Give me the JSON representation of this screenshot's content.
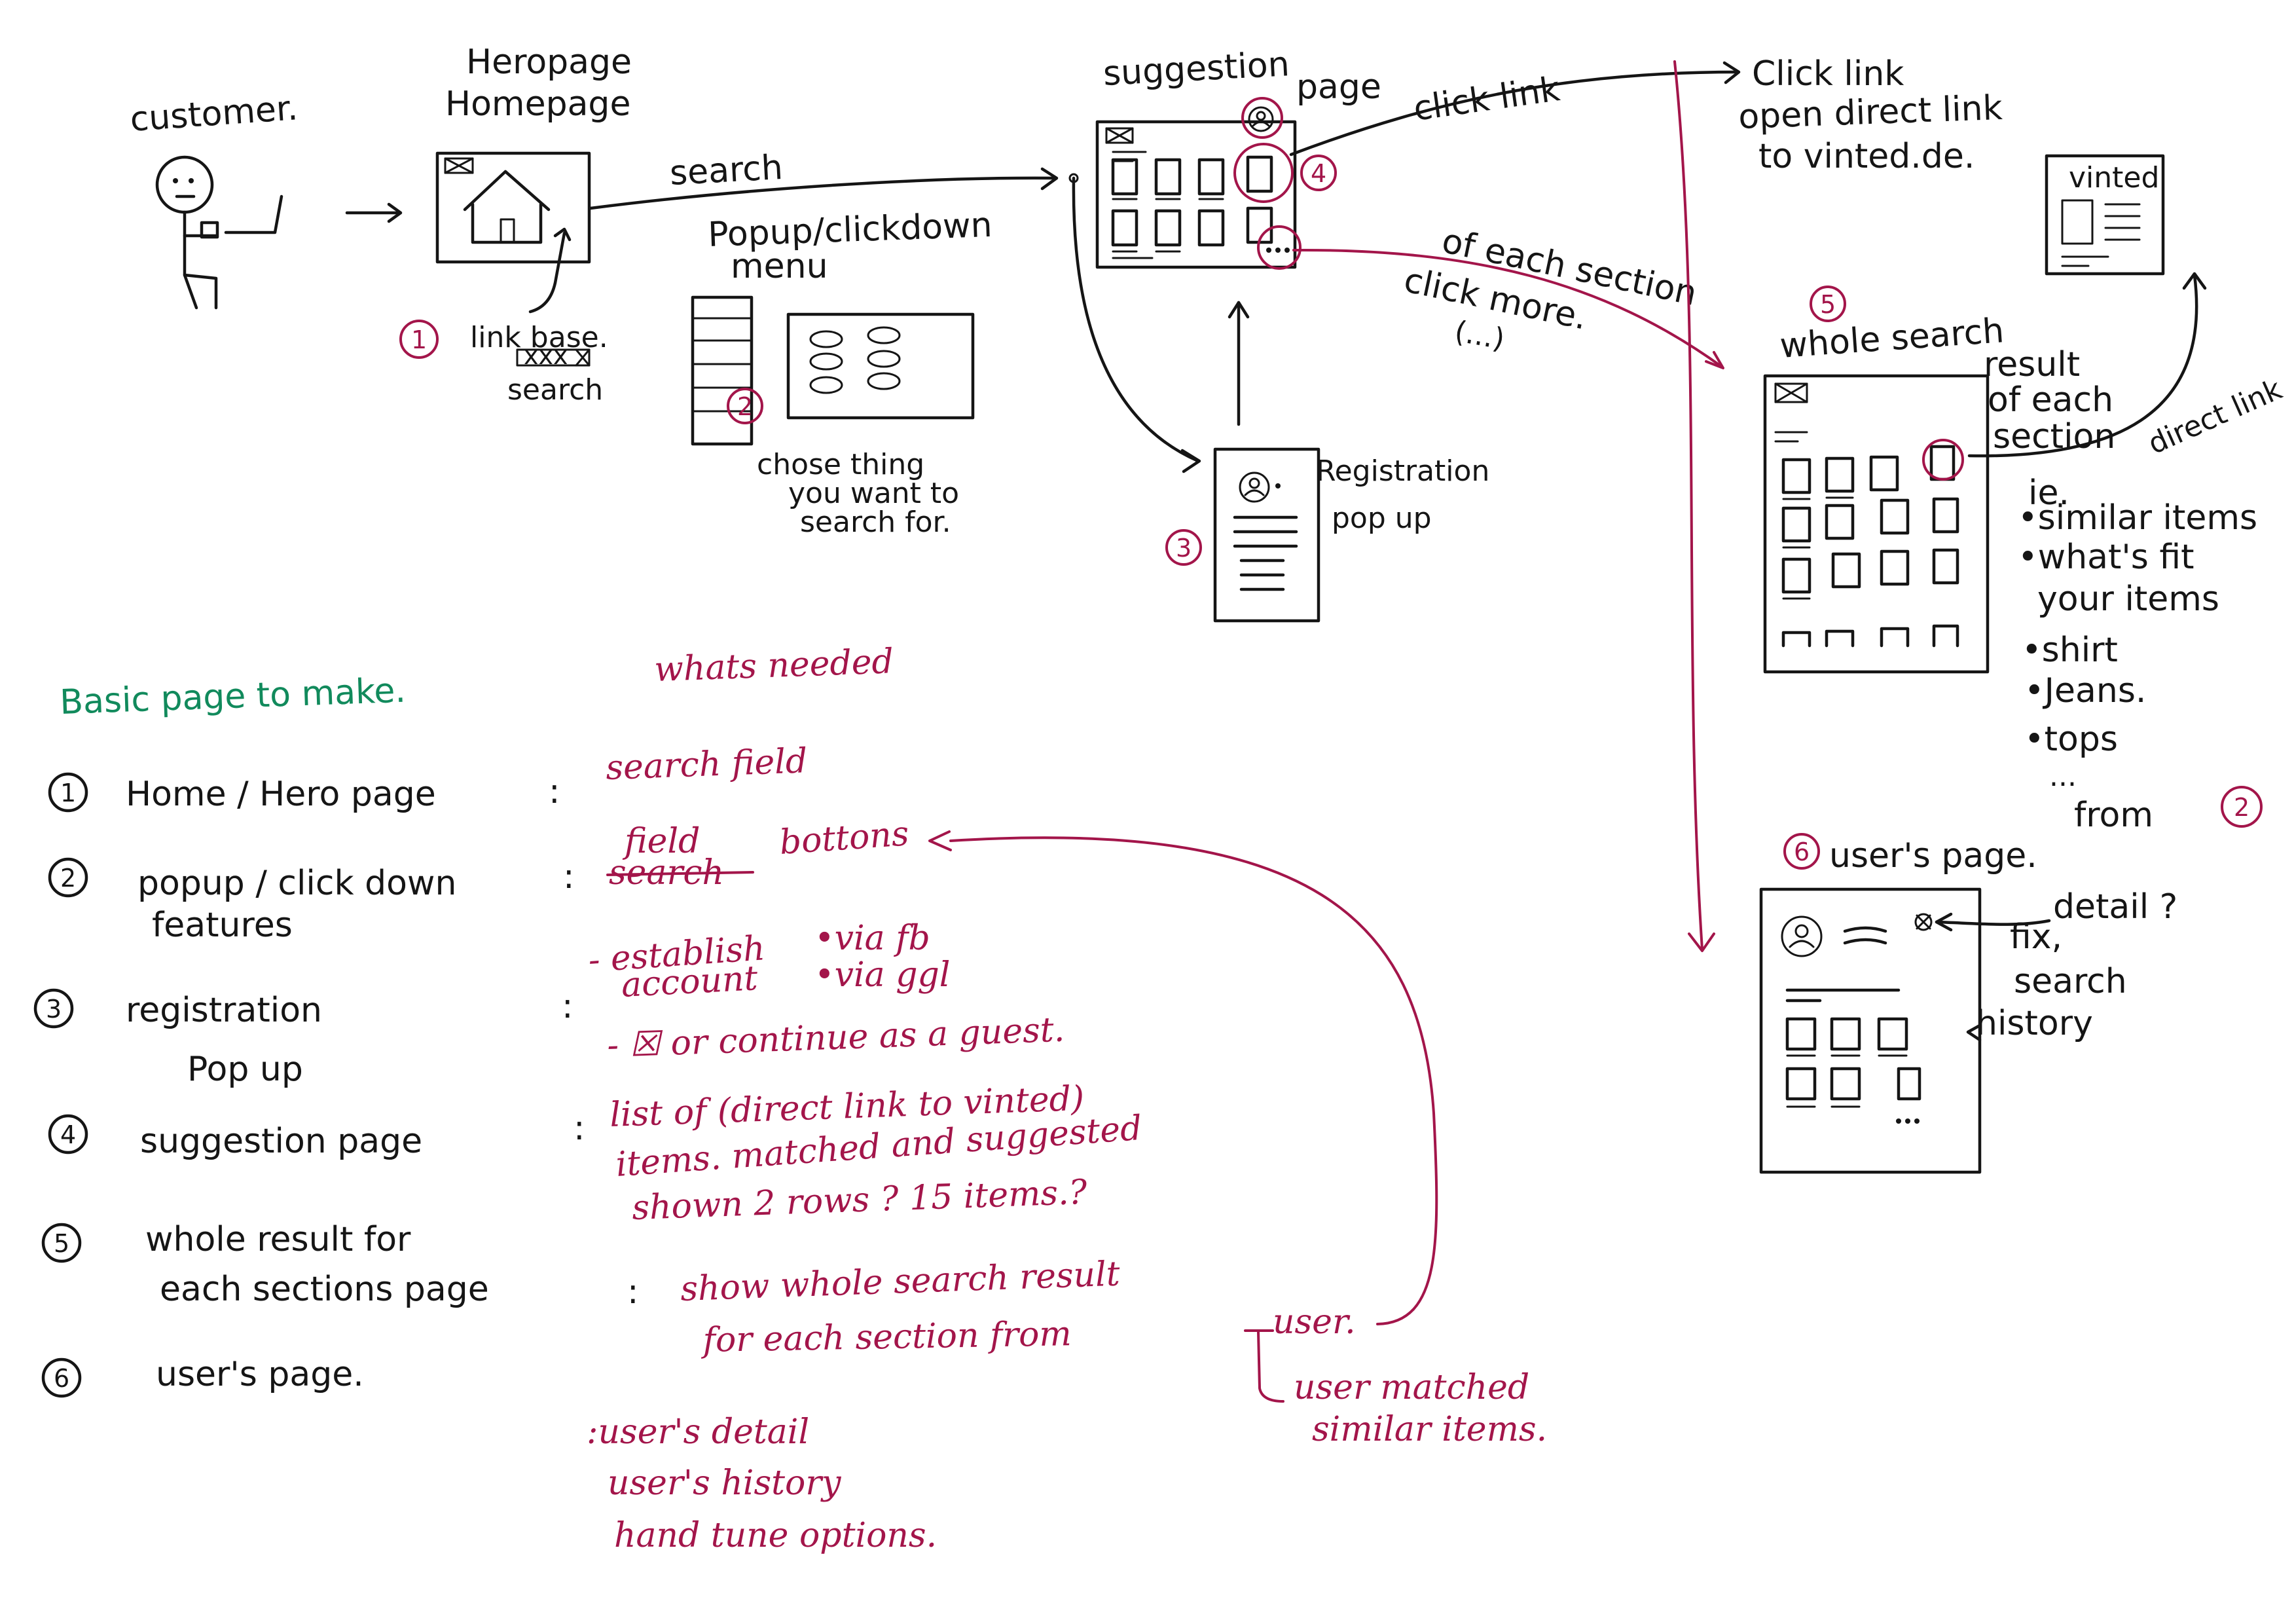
{
  "flow": {
    "customer": "customer.",
    "heropage": "Heropage",
    "homepage": "Homepage",
    "search_arrow": "search",
    "link_base": "link base.",
    "search_small": "search",
    "search_field_x": "xxx",
    "popup_title_1": "Popup/clickdown",
    "popup_title_2": "menu",
    "chose_1": "chose thing",
    "chose_2": "you want to",
    "chose_3": "search for.",
    "suggestion_1": "suggestion",
    "suggestion_2": "page",
    "click_link_1": "click link",
    "click_link_2": "Click link",
    "open_1": "open direct link",
    "open_2": "to vinted.de.",
    "vinted": "vinted",
    "of_each_1": "of each section",
    "of_each_2": "click more.",
    "of_each_3": "(...)",
    "registration_1": "Registration",
    "registration_2": "pop up",
    "whole_search": "whole search",
    "result_1": "result",
    "result_2": "of each",
    "result_3": "section",
    "direct_link": "direct link",
    "ie": "ie.",
    "ie_items": [
      "similar items",
      "what's fit",
      "your items",
      "shirt",
      "Jeans.",
      "tops"
    ],
    "from": "from",
    "dots": "...",
    "users_page": "user's page.",
    "detail_1": "detail ?",
    "detail_2": "fix,",
    "detail_3": "search",
    "detail_4": "history"
  },
  "markers": [
    "1",
    "2",
    "3",
    "4",
    "5",
    "6"
  ],
  "table": {
    "title": "Basic page to make.",
    "needed_title": "whats needed",
    "rows": [
      {
        "num": "1",
        "page": "Home / Hero page",
        "page2": "",
        "need": [
          "search field"
        ]
      },
      {
        "num": "2",
        "page": "popup / click down",
        "page2": "features",
        "need_struck": "search",
        "need_insert": "field",
        "need": [
          "bottons"
        ]
      },
      {
        "num": "3",
        "page": "registration",
        "page2": "Pop up",
        "need": [
          "- establish",
          "account",
          "via fb",
          "via ggl",
          "- ☒  or  continue as a guest."
        ]
      },
      {
        "num": "4",
        "page": "suggestion page",
        "page2": "",
        "need": [
          "list of (direct link to vinted)",
          "items. matched and suggested",
          "shown 2 rows ? 15 items.?"
        ]
      },
      {
        "num": "5",
        "page": "whole result for",
        "page2": "each sections page",
        "need": [
          "show whole search result",
          "for each section from",
          "user."
        ]
      },
      {
        "num": "6",
        "page": "user's page.",
        "page2": "",
        "need": [
          "user's detail",
          "user's history",
          "hand tune options."
        ]
      }
    ],
    "user_matched_1": "user matched",
    "user_matched_2": "similar items."
  },
  "colors": {
    "ink": "#151515",
    "accent": "#a3154a",
    "green": "#118a5c",
    "paper": "#ffffff"
  }
}
